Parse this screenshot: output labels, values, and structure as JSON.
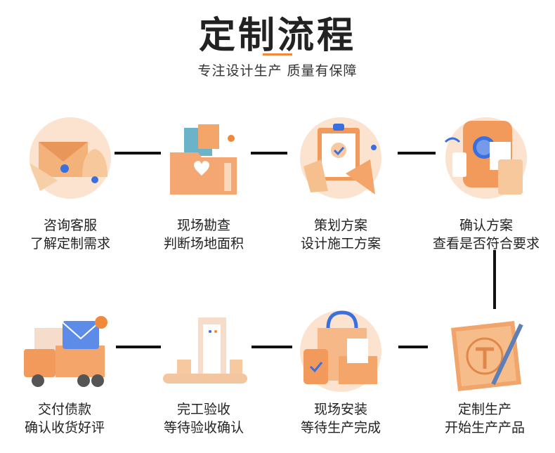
{
  "header": {
    "title": "定制流程",
    "subtitle": "专注设计生产 质量有保障",
    "accent": "#f08a3a"
  },
  "steps": [
    {
      "title": "咨询客服",
      "desc": "了解定制需求",
      "icon": "envelope-bell-icon"
    },
    {
      "title": "现场勘查",
      "desc": "判断场地面积",
      "icon": "folder-icon"
    },
    {
      "title": "策划方案",
      "desc": "设计施工方案",
      "icon": "clipboard-megaphone-icon"
    },
    {
      "title": "确认方案",
      "desc": "查看是否符合要求",
      "icon": "payment-terminal-icon"
    },
    {
      "title": "定制生产",
      "desc": "开始生产产品",
      "icon": "blueprint-pen-icon"
    },
    {
      "title": "现场安装",
      "desc": "等待生产完成",
      "icon": "shopping-bag-box-icon"
    },
    {
      "title": "完工验收",
      "desc": "等待验收确认",
      "icon": "conveyor-box-icon"
    },
    {
      "title": "交付债款",
      "desc": "确认收货好评",
      "icon": "delivery-truck-icon"
    }
  ]
}
